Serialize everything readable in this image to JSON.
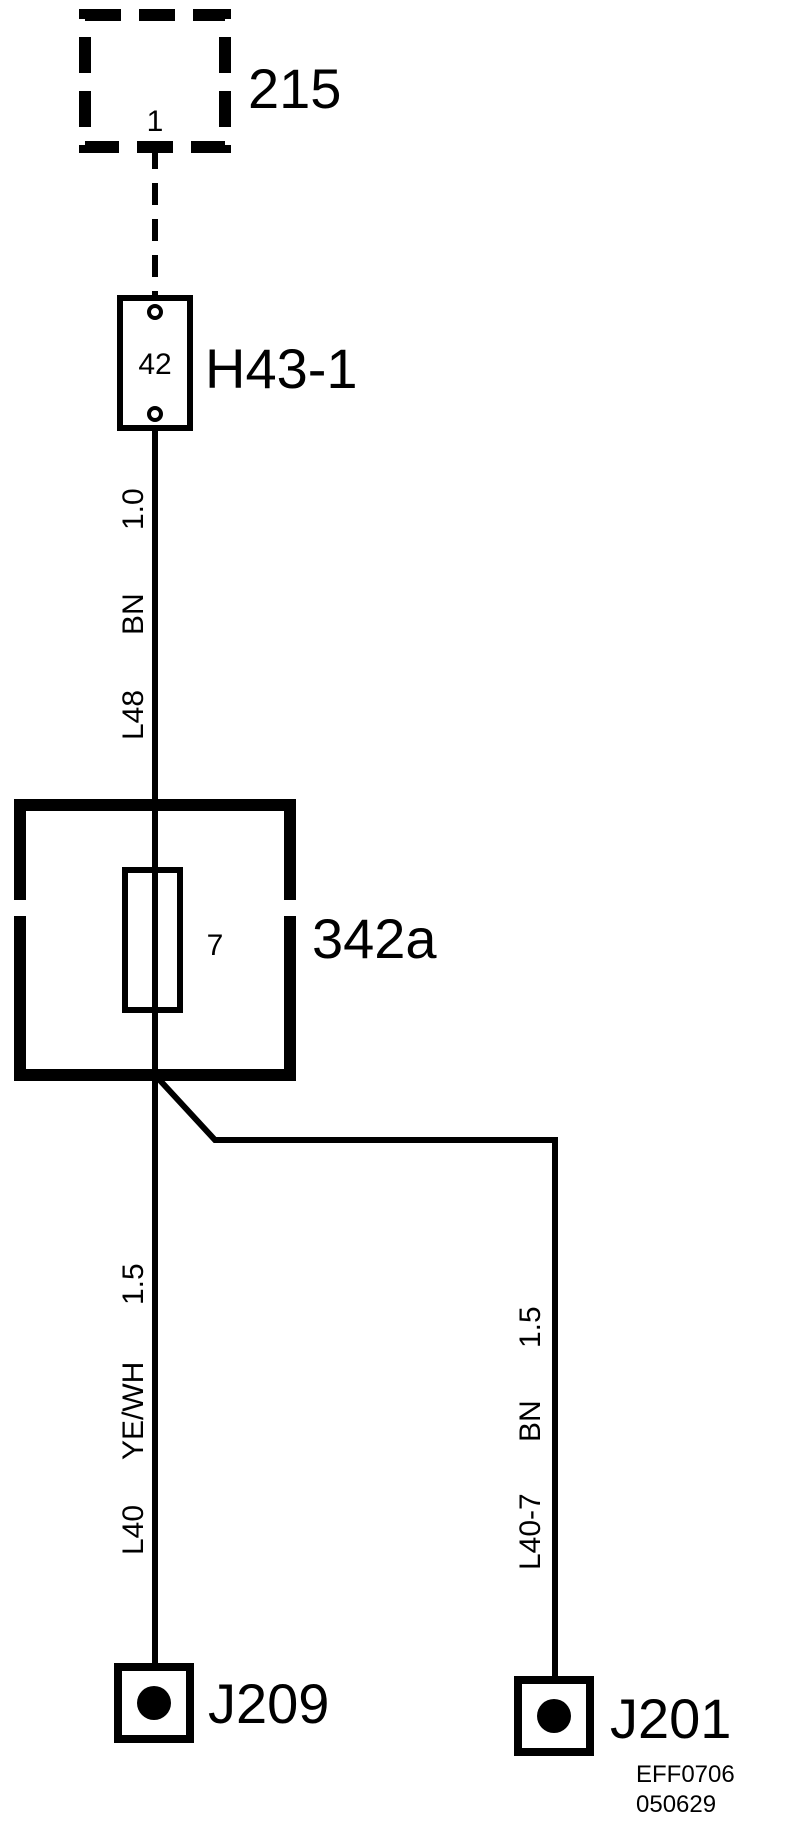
{
  "components": {
    "c215": {
      "label": "215",
      "pin": "1"
    },
    "h43": {
      "label": "H43-1",
      "pin": "42"
    },
    "fusebox": {
      "label": "342a",
      "fuse_number": "7"
    },
    "j209": {
      "label": "J209"
    },
    "j201": {
      "label": "J201"
    }
  },
  "wires": {
    "l48": {
      "circuit": "L48",
      "color": "BN",
      "size": "1.0"
    },
    "l40": {
      "circuit": "L40",
      "color": "YE/WH",
      "size": "1.5"
    },
    "l40_7": {
      "circuit": "L40-7",
      "color": "BN",
      "size": "1.5"
    }
  },
  "reference": {
    "code": "EFF0706",
    "date": "050629"
  },
  "colors": {
    "ink": "#000000",
    "background": "#ffffff"
  }
}
